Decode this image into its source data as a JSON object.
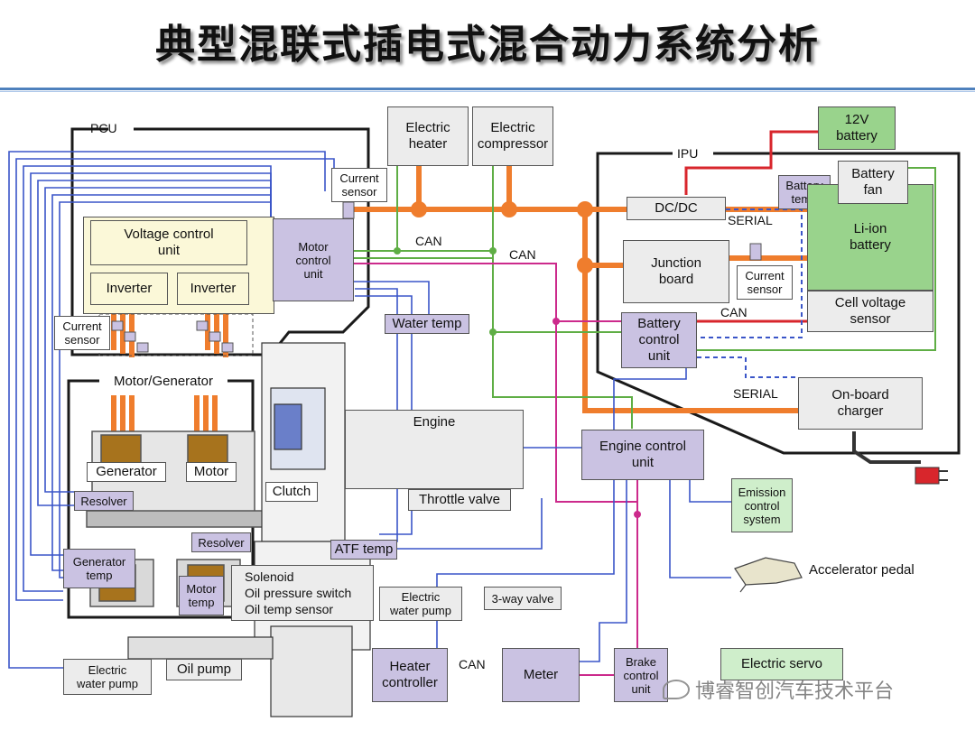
{
  "title": "典型混联式插电式混合动力系统分析",
  "watermark": "博睿智创汽车技术平台",
  "colors": {
    "power": "#ef7d2d",
    "can": "#5fae45",
    "red": "#d8262c",
    "magenta": "#cc2a8c",
    "blue": "#3a55c8",
    "boundary": "#1a1a1a"
  },
  "labels": {
    "pcu": "PCU",
    "ipu": "IPU",
    "can1": "CAN",
    "can2": "CAN",
    "can3": "CAN",
    "can4": "CAN",
    "serial1": "SERIAL",
    "serial2": "SERIAL",
    "accelerator": "Accelerator pedal"
  },
  "boxes": {
    "electric_heater": "Electric\nheater",
    "electric_compressor": "Electric\ncompressor",
    "battery_12v": "12V\nbattery",
    "current_sensor_top": "Current\nsensor",
    "voltage_control": "Voltage control\nunit",
    "inverter1": "Inverter",
    "inverter2": "Inverter",
    "motor_control": "Motor\ncontrol\nunit",
    "current_sensor_left": "Current\nsensor",
    "water_temp": "Water temp",
    "dcdc": "DC/DC",
    "battery_temp": "Battery\ntemp",
    "battery_fan": "Battery\nfan",
    "li_ion": "Li-ion\nbattery",
    "cell_voltage": "Cell voltage\nsensor",
    "junction_board": "Junction\nboard",
    "current_sensor_ipu": "Current\nsensor",
    "battery_control": "Battery\ncontrol\nunit",
    "onboard_charger": "On-board\ncharger",
    "motor_generator": "Motor/Generator",
    "generator": "Generator",
    "motor": "Motor",
    "resolver1": "Resolver",
    "resolver2": "Resolver",
    "generator_temp": "Generator\ntemp",
    "motor_temp": "Motor\ntemp",
    "clutch": "Clutch",
    "engine": "Engine",
    "throttle_valve": "Throttle valve",
    "atf_temp": "ATF temp",
    "engine_control": "Engine control\nunit",
    "emission_control": "Emission\ncontrol\nsystem",
    "solenoid": "Solenoid\nOil pressure switch\nOil temp sensor",
    "electric_water_pump_top": "Electric\nwater pump",
    "three_way_valve": "3-way valve",
    "electric_water_pump_left": "Electric\nwater pump",
    "oil_pump": "Oil pump",
    "heater_controller": "Heater\ncontroller",
    "meter": "Meter",
    "brake_control": "Brake\ncontrol\nunit",
    "electric_servo": "Electric servo"
  }
}
